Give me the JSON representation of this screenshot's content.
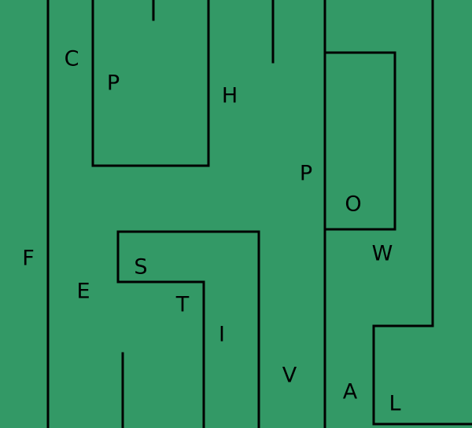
{
  "colors": {
    "background": "#339966",
    "walls": "#000000",
    "letters": "#000000"
  },
  "letters": [
    {
      "id": "c",
      "char": "C"
    },
    {
      "id": "p1",
      "char": "P"
    },
    {
      "id": "h",
      "char": "H"
    },
    {
      "id": "p2",
      "char": "P"
    },
    {
      "id": "o",
      "char": "O"
    },
    {
      "id": "f",
      "char": "F"
    },
    {
      "id": "w",
      "char": "W"
    },
    {
      "id": "s",
      "char": "S"
    },
    {
      "id": "e",
      "char": "E"
    },
    {
      "id": "t",
      "char": "T"
    },
    {
      "id": "i",
      "char": "I"
    },
    {
      "id": "v",
      "char": "V"
    },
    {
      "id": "a",
      "char": "A"
    },
    {
      "id": "l",
      "char": "L"
    }
  ]
}
